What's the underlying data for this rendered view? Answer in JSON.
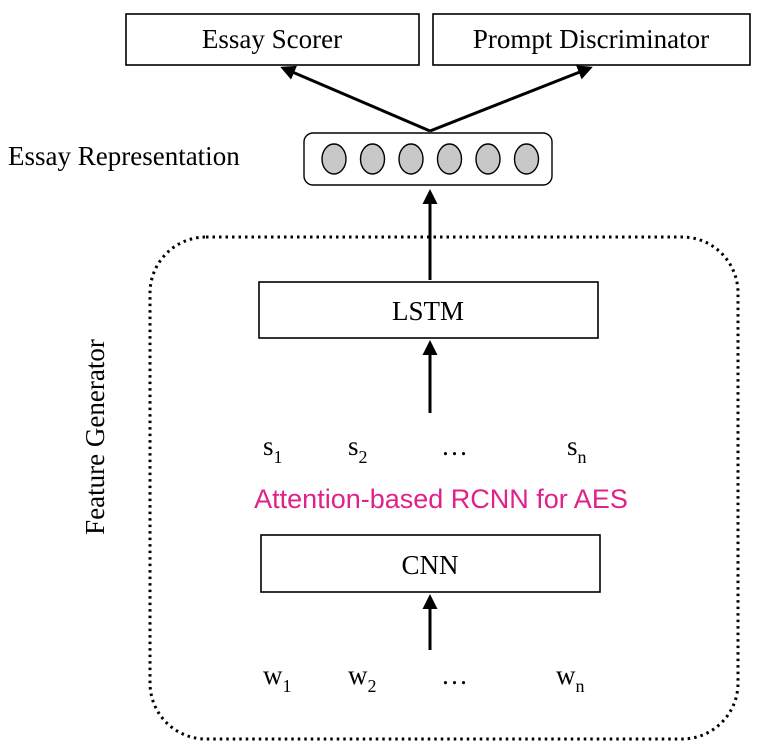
{
  "outputs": {
    "scorer_label": "Essay Scorer",
    "discriminator_label": "Prompt Discriminator"
  },
  "representation": {
    "label": "Essay Representation",
    "node_count": 6,
    "node_color": "#c8c8c8"
  },
  "feature_generator": {
    "label": "Feature Generator",
    "lstm_label": "LSTM",
    "cnn_label": "CNN",
    "sentences": [
      {
        "base": "s",
        "sub": "1"
      },
      {
        "base": "s",
        "sub": "2"
      },
      {
        "base": "…",
        "sub": ""
      },
      {
        "base": "s",
        "sub": "n"
      }
    ],
    "words": [
      {
        "base": "w",
        "sub": "1"
      },
      {
        "base": "w",
        "sub": "2"
      },
      {
        "base": "…",
        "sub": ""
      },
      {
        "base": "w",
        "sub": "n"
      }
    ],
    "model_caption": "Attention-based RCNN for AES",
    "caption_color": "#e0218a"
  }
}
